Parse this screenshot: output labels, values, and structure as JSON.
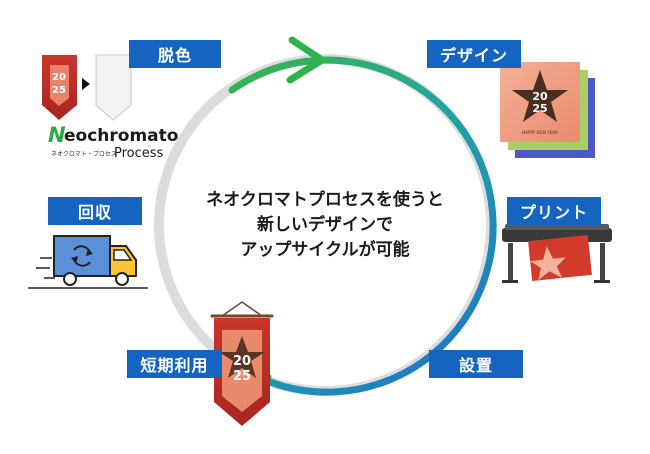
{
  "center": {
    "line1": "ネオクロマトプロセスを使うと",
    "line2": "新しいデザインで",
    "line3": "アップサイクルが可能"
  },
  "steps": {
    "dye_removal": "脱色",
    "design": "デザイン",
    "print": "プリント",
    "install": "設置",
    "short_use": "短期利用",
    "collect": "回収"
  },
  "logo": {
    "brand_letter": "N",
    "brand_rest": "eochromato",
    "sub_left": "ネオクロマト・プロセス",
    "sub_right": "Process"
  },
  "artwork": {
    "year": "2025",
    "year_top": "20",
    "year_bottom": "25",
    "caption": "HAPPY NEW YEAR"
  },
  "colors": {
    "label_blue": "#1565c0",
    "arrow_green": "#2bb24c",
    "arrow_blue": "#1e7bd0",
    "ring_gray": "#dcdcdc",
    "banner_red": "#d8352a"
  }
}
